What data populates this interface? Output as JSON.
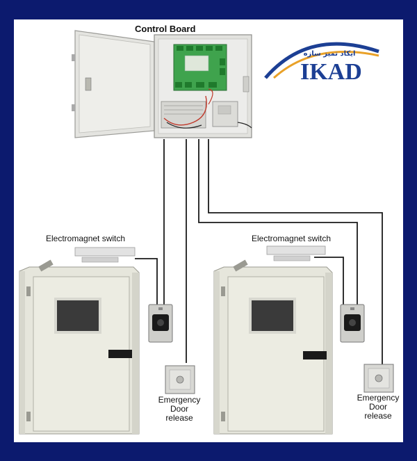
{
  "title": "Control Board",
  "logo": {
    "text": "IKAD",
    "subtitle": "ایکاد تمیز سازه",
    "colors": {
      "primary": "#1c3f94",
      "accent": "#e9a128"
    }
  },
  "labels": {
    "em_switch_left": "Electromagnet switch",
    "em_switch_right": "Electromagnet switch",
    "release_left": [
      "Emergency",
      "Door",
      "release"
    ],
    "release_right": [
      "Emergency",
      "Door",
      "release"
    ]
  },
  "colors": {
    "border": "#0c1a6e",
    "canvas": "#ffffff",
    "wire": "#1a1a1a",
    "panel": "#e6e6e3",
    "door": "#e8e8dc",
    "pcb": "#3fa34d"
  }
}
